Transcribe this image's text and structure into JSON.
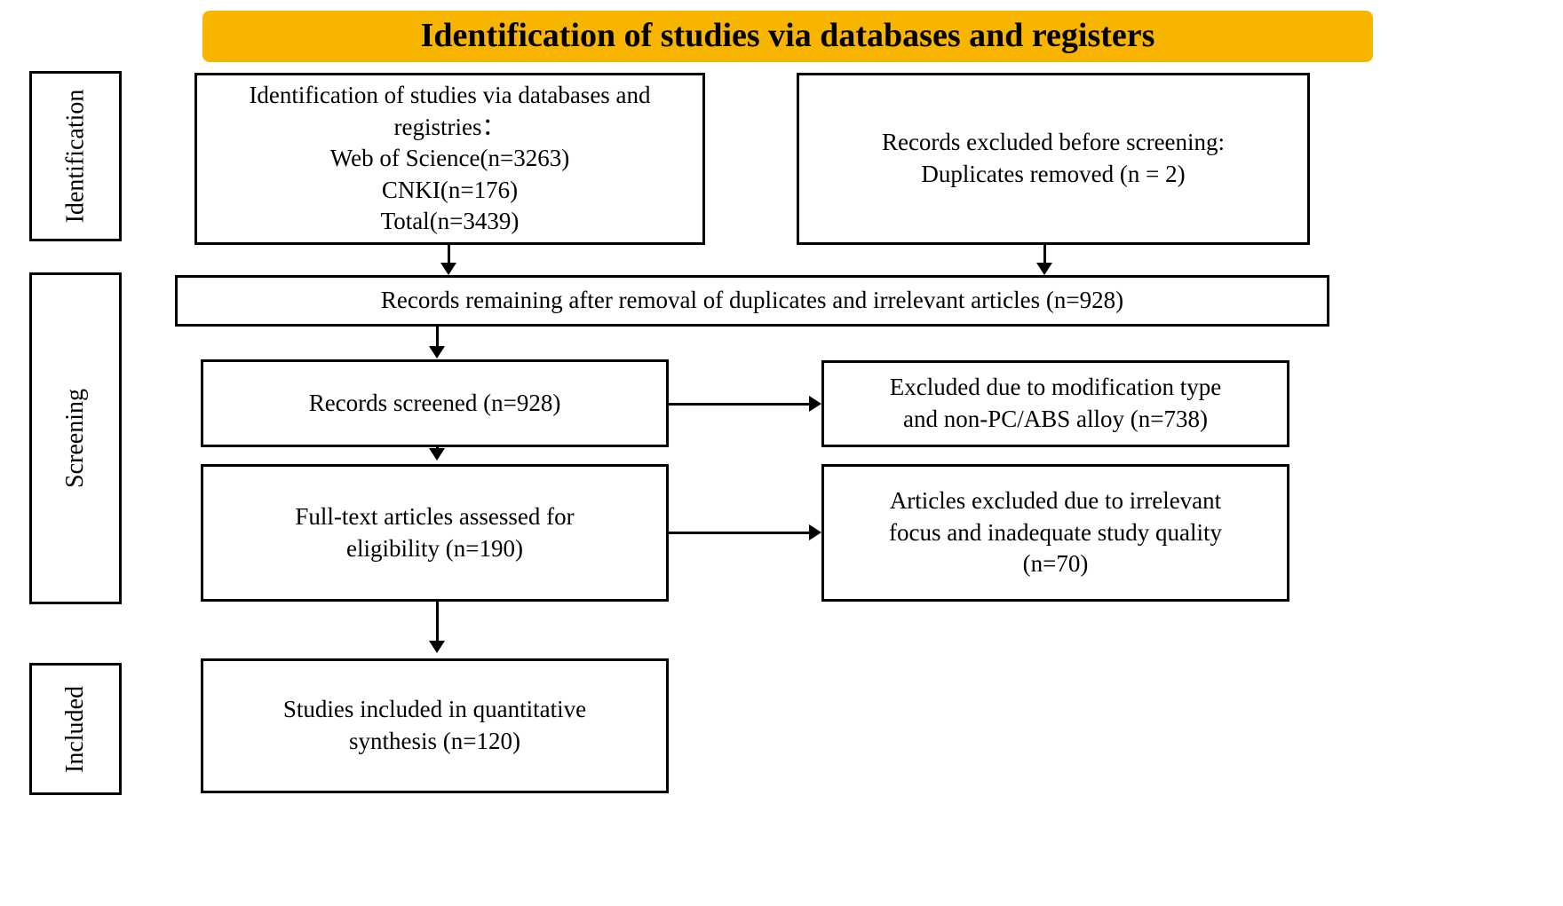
{
  "header": {
    "title": "Identification of studies via databases and registers",
    "background_color": "#f8b500",
    "text_color": "#000000"
  },
  "stage_labels": [
    {
      "id": "identification",
      "label": "Identification"
    },
    {
      "id": "screening",
      "label": "Screening"
    },
    {
      "id": "included",
      "label": "Included"
    }
  ],
  "boxes": {
    "identification_sources": {
      "lines": [
        "Identification of studies via databases and",
        "registries：",
        "Web of Science(n=3263)",
        "CNKI(n=176)",
        "Total(n=3439)"
      ]
    },
    "excluded_before_screening": {
      "lines": [
        "Records excluded before screening:",
        "Duplicates removed (n = 2)"
      ]
    },
    "records_remaining": {
      "lines": [
        "Records remaining after removal of duplicates and irrelevant articles (n=928)"
      ]
    },
    "records_screened": {
      "lines": [
        "Records screened (n=928)"
      ]
    },
    "excluded_modification_type": {
      "lines": [
        "Excluded due to modification type",
        "and non-PC/ABS alloy (n=738)"
      ]
    },
    "fulltext_assessed": {
      "lines": [
        "Full-text articles assessed for",
        "eligibility (n=190)"
      ]
    },
    "excluded_irrelevant_focus": {
      "lines": [
        "Articles excluded due to irrelevant",
        "focus and inadequate study quality",
        "(n=70)"
      ]
    },
    "studies_included": {
      "lines": [
        "Studies included in quantitative",
        "synthesis (n=120)"
      ]
    }
  },
  "counts": {
    "web_of_science": 3263,
    "cnki": 176,
    "total_identified": 3439,
    "duplicates_removed": 2,
    "records_remaining": 928,
    "records_screened": 928,
    "excluded_modification_type": 738,
    "fulltext_assessed": 190,
    "excluded_irrelevant_focus": 70,
    "studies_included": 120
  }
}
